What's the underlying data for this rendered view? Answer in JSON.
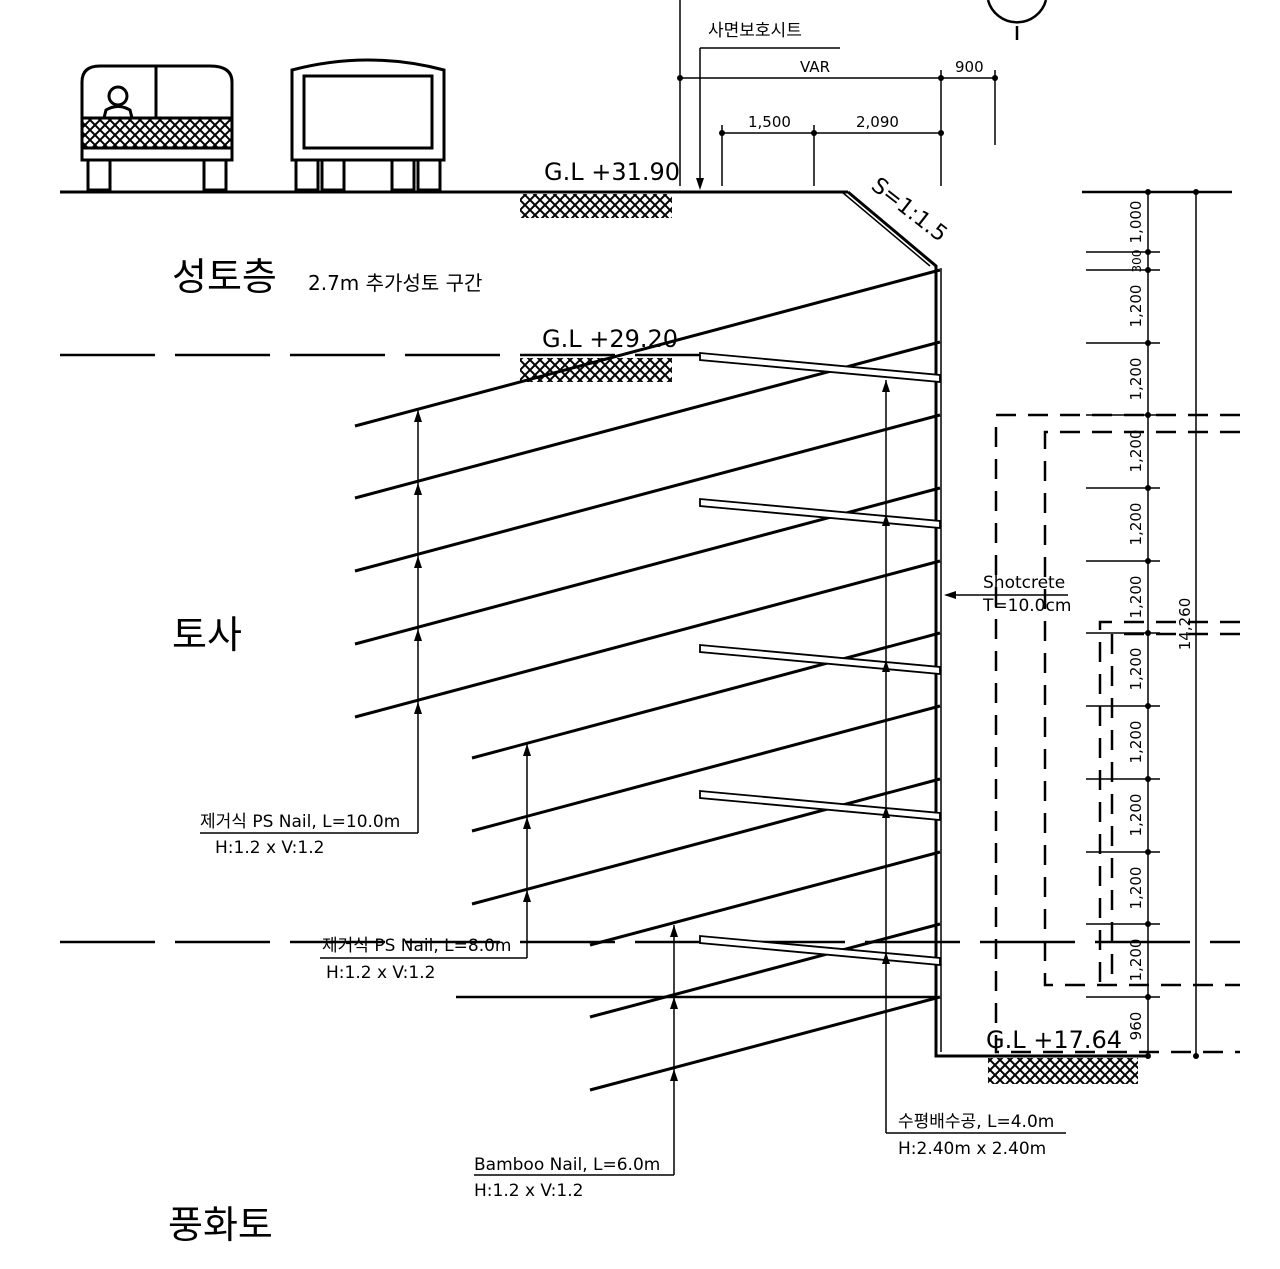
{
  "labels": {
    "top_callout": "사면보호시트",
    "fill_layer": "성토층",
    "fill_note": "2.7m 추가성토 구간",
    "soil_layer": "토사",
    "weathered_layer": "풍화토",
    "gl_top": "G.L +31.90",
    "gl_mid": "G.L +29.20",
    "gl_bottom": "G.L +17.64",
    "slope": "S=1:1.5",
    "shotcrete": "Shotcrete",
    "shotcrete_thickness": "T=10.0cm",
    "nail10_name": "제거식 PS Nail, L=10.0m",
    "nail10_spacing": "H:1.2 x V:1.2",
    "nail8_name": "제거식 PS Nail, L=8.0m",
    "nail8_spacing": "H:1.2 x V:1.2",
    "bamboo_name": "Bamboo Nail, L=6.0m",
    "bamboo_spacing": "H:1.2 x V:1.2",
    "drain_name": "수평배수공, L=4.0m",
    "drain_spacing": "H:2.40m x 2.40m"
  },
  "dimensions": {
    "top_var": "VAR",
    "top_900": "900",
    "top_1500": "1,500",
    "top_2090": "2,090",
    "right_segments": [
      "1,000",
      "300",
      "1,200",
      "1,200",
      "1,200",
      "1,200",
      "1,200",
      "1,200",
      "1,200",
      "1,200",
      "1,200",
      "1,200",
      "960"
    ],
    "total": "14,260"
  }
}
